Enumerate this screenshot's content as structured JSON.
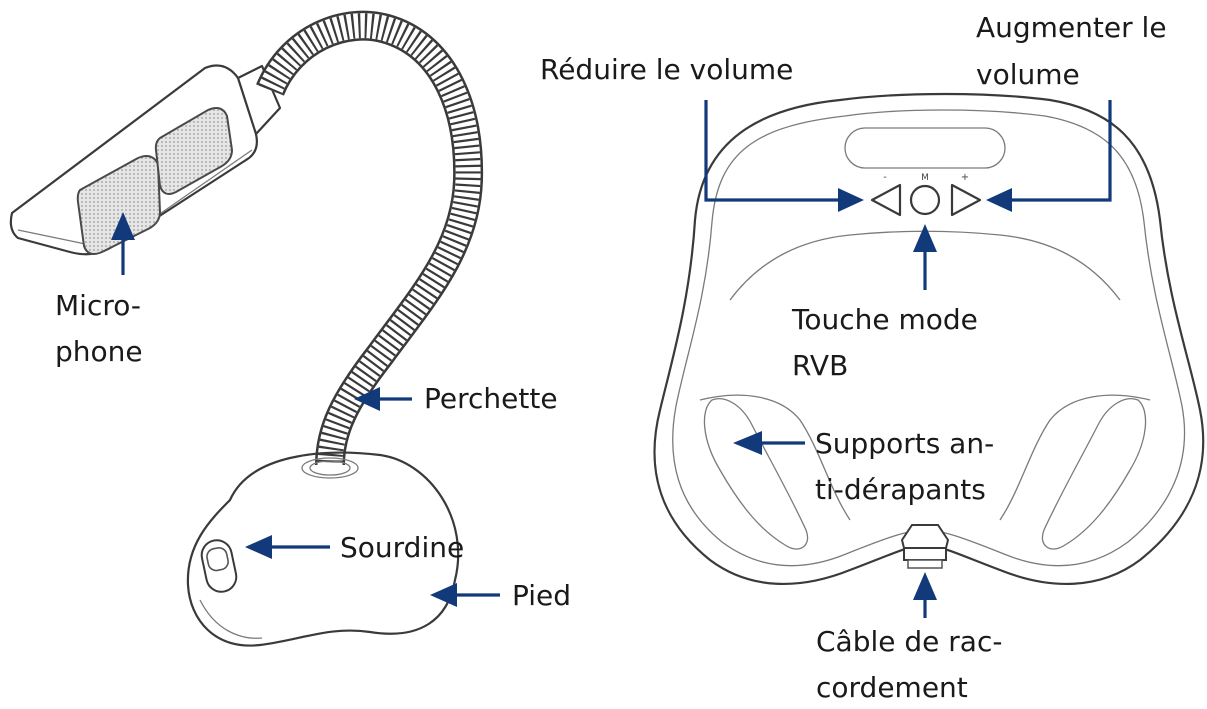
{
  "labels": {
    "microphone": [
      "Micro-",
      "phone"
    ],
    "perchette": "Perchette",
    "sourdine": "Sourdine",
    "pied": "Pied",
    "reduire": "Réduire le volume",
    "augmenter": [
      "Augmenter le",
      "volume"
    ],
    "touche": [
      "Touche mode",
      "RVB"
    ],
    "supports": [
      "Supports an-",
      "ti-dérapants"
    ],
    "cable": [
      "Câble de rac-",
      "cordement"
    ]
  },
  "button_marks": {
    "minus": "-",
    "mode": "M",
    "plus": "+"
  },
  "colors": {
    "arrow": "#123a7a",
    "outline": "#3a3a3a",
    "mesh": "#c8c8c8"
  }
}
